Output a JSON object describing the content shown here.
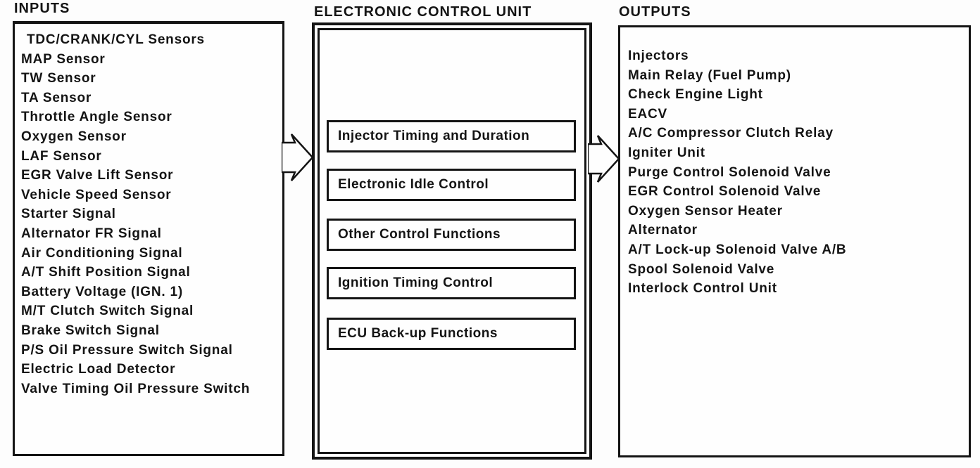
{
  "colors": {
    "ink": "#141414",
    "paper": "#fdfdfd"
  },
  "icons": {
    "flow_arrow": "block-arrow-right-icon"
  },
  "inputs": {
    "title": "INPUTS",
    "items": [
      "TDC/CRANK/CYL Sensors",
      "MAP Sensor",
      "TW Sensor",
      "TA Sensor",
      "Throttle Angle Sensor",
      "Oxygen Sensor",
      "LAF Sensor",
      "EGR Valve Lift Sensor",
      "Vehicle Speed Sensor",
      "Starter Signal",
      "Alternator FR Signal",
      "Air Conditioning Signal",
      "A/T Shift Position Signal",
      "Battery Voltage (IGN. 1)",
      "M/T Clutch Switch Signal",
      "Brake Switch Signal",
      "P/S Oil Pressure Switch Signal",
      "Electric Load Detector",
      "Valve Timing Oil Pressure Switch"
    ]
  },
  "ecu": {
    "title": "ELECTRONIC CONTROL UNIT",
    "functions": [
      "Injector Timing and Duration",
      "Electronic Idle Control",
      "Other Control Functions",
      "Ignition Timing Control",
      "ECU Back-up Functions"
    ]
  },
  "outputs": {
    "title": "OUTPUTS",
    "items": [
      "Injectors",
      "Main Relay (Fuel Pump)",
      "Check Engine Light",
      "EACV",
      "A/C Compressor Clutch Relay",
      "Igniter Unit",
      "Purge Control Solenoid Valve",
      "EGR Control Solenoid Valve",
      "Oxygen Sensor Heater",
      "Alternator",
      "A/T Lock-up Solenoid Valve A/B",
      "Spool Solenoid Valve",
      "Interlock Control Unit"
    ]
  }
}
